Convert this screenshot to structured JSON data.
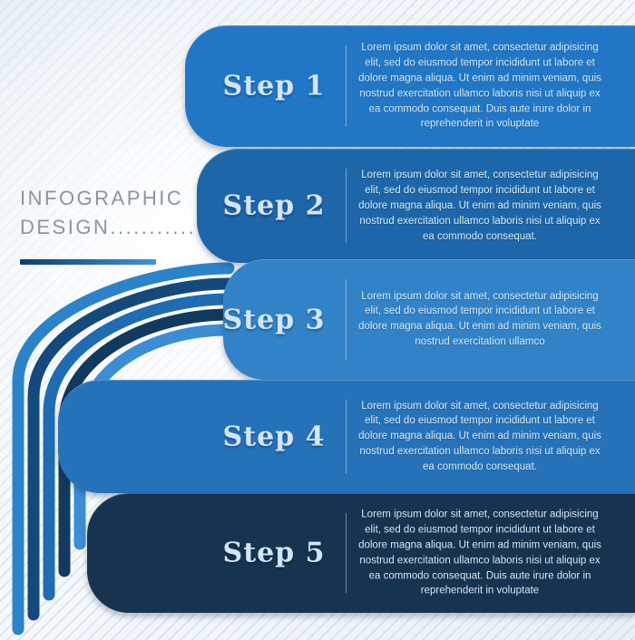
{
  "header": {
    "line1": "INFOGRAPHIC",
    "line2": "DESIGN...........",
    "underline_gradient": "linear-gradient(90deg,#0c3e6e,#3f93dd)"
  },
  "steps": [
    {
      "label": "Step 1",
      "color": "#2177c5",
      "body": "Lorem ipsum dolor sit amet, consectetur adipisicing elit, sed do eiusmod tempor incididunt ut labore et dolore magna aliqua. Ut enim ad minim veniam, quis nostrud exercitation ullamco laboris nisi ut aliquip ex ea commodo consequat. Duis aute irure dolor in reprehenderit in voluptate"
    },
    {
      "label": "Step 2",
      "color": "#1c66a9",
      "body": "Lorem ipsum dolor sit amet, consectetur adipisicing elit, sed do eiusmod tempor incididunt ut labore et dolore magna aliqua. Ut enim ad minim veniam, quis nostrud exercitation ullamco laboris nisi ut aliquip ex ea commodo consequat."
    },
    {
      "label": "Step 3",
      "color": "#3182c7",
      "body": "Lorem ipsum dolor sit amet, consectetur adipisicing elit, sed do eiusmod tempor incididunt ut labore et dolore magna aliqua. Ut enim ad minim veniam, quis nostrud exercitation ullamco"
    },
    {
      "label": "Step 4",
      "color": "#2572b9",
      "body": "Lorem ipsum dolor sit amet, consectetur adipisicing elit, sed do eiusmod tempor incididunt ut labore et dolore magna aliqua. Ut enim ad minim veniam, quis nostrud exercitation ullamco laboris nisi ut aliquip ex ea commodo consequat."
    },
    {
      "label": "Step 5",
      "color": "#16334f",
      "body": "Lorem ipsum dolor sit amet, consectetur adipisicing elit, sed do eiusmod tempor incididunt ut labore et dolore magna aliqua. Ut enim ad minim veniam, quis nostrud exercitation ullamco laboris nisi ut aliquip ex ea commodo consequat. Duis aute irure dolor in reprehenderit in voluptate"
    }
  ],
  "ribbon": {
    "colors": [
      "#2d83ca",
      "#16497b",
      "#1f6cb3",
      "#123a5e",
      "#3b8ed6"
    ]
  }
}
